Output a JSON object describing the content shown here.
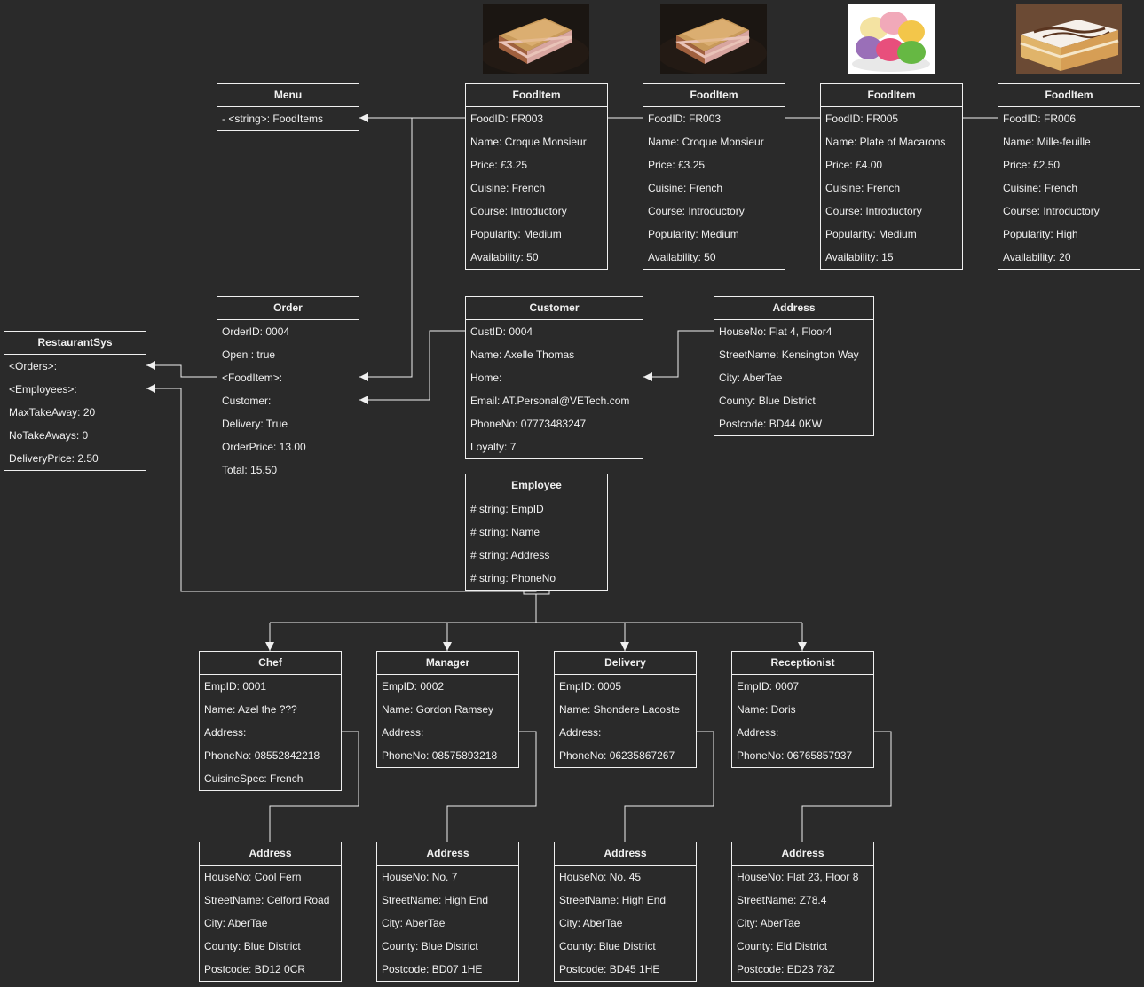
{
  "classes": {
    "menu": {
      "title": "Menu",
      "attrs": [
        "- <string>: FoodItems"
      ]
    },
    "food1": {
      "title": "FoodItem",
      "attrs": [
        "FoodID: FR003",
        "Name: Croque Monsieur",
        "Price: £3.25",
        "Cuisine: French",
        "Course: Introductory",
        "Popularity: Medium",
        "Availability: 50"
      ]
    },
    "food2": {
      "title": "FoodItem",
      "attrs": [
        "FoodID: FR003",
        "Name: Croque Monsieur",
        "Price: £3.25",
        "Cuisine: French",
        "Course: Introductory",
        "Popularity: Medium",
        "Availability: 50"
      ]
    },
    "food3": {
      "title": "FoodItem",
      "attrs": [
        "FoodID: FR005",
        "Name: Plate of Macarons",
        "Price: £4.00",
        "Cuisine: French",
        "Course: Introductory",
        "Popularity: Medium",
        "Availability: 15"
      ]
    },
    "food4": {
      "title": "FoodItem",
      "attrs": [
        "FoodID: FR006",
        "Name: Mille-feuille",
        "Price: £2.50",
        "Cuisine: French",
        "Course: Introductory",
        "Popularity: High",
        "Availability: 20"
      ]
    },
    "restaurant": {
      "title": "RestaurantSys",
      "attrs": [
        "<Orders>:",
        "<Employees>:",
        "MaxTakeAway: 20",
        "NoTakeAways: 0",
        "DeliveryPrice: 2.50"
      ]
    },
    "order": {
      "title": "Order",
      "attrs": [
        "OrderID: 0004",
        "Open : true",
        "<FoodItem>:",
        "Customer:",
        "Delivery: True",
        "OrderPrice: 13.00",
        "Total: 15.50"
      ]
    },
    "customer": {
      "title": "Customer",
      "attrs": [
        "CustID: 0004",
        "Name: Axelle Thomas",
        "Home:",
        "Email: AT.Personal@VETech.com",
        "PhoneNo: 07773483247",
        "Loyalty: 7"
      ]
    },
    "custaddr": {
      "title": "Address",
      "attrs": [
        "HouseNo: Flat 4, Floor4",
        "StreetName: Kensington Way",
        "City: AberTae",
        "County: Blue District",
        "Postcode: BD44 0KW"
      ]
    },
    "employee": {
      "title": "Employee",
      "attrs": [
        "# string: EmpID",
        "# string: Name",
        "# string: Address",
        "# string: PhoneNo"
      ]
    },
    "chef": {
      "title": "Chef",
      "attrs": [
        "EmpID: 0001",
        "Name: Azel the ???",
        "Address:",
        "PhoneNo: 08552842218",
        "CuisineSpec: French"
      ]
    },
    "manager": {
      "title": "Manager",
      "attrs": [
        "EmpID: 0002",
        "Name: Gordon Ramsey",
        "Address:",
        "PhoneNo: 08575893218"
      ]
    },
    "delivery": {
      "title": "Delivery",
      "attrs": [
        "EmpID: 0005",
        "Name: Shondere Lacoste",
        "Address:",
        "PhoneNo: 06235867267"
      ]
    },
    "receptionist": {
      "title": "Receptionist",
      "attrs": [
        "EmpID: 0007",
        "Name: Doris",
        "Address:",
        "PhoneNo: 06765857937"
      ]
    },
    "addr_chef": {
      "title": "Address",
      "attrs": [
        "HouseNo: Cool Fern",
        "StreetName: Celford Road",
        "City: AberTae",
        "County: Blue District",
        "Postcode: BD12 0CR"
      ]
    },
    "addr_manager": {
      "title": "Address",
      "attrs": [
        "HouseNo: No. 7",
        "StreetName: High End",
        "City: AberTae",
        "County: Blue District",
        "Postcode: BD07 1HE"
      ]
    },
    "addr_delivery": {
      "title": "Address",
      "attrs": [
        "HouseNo: No. 45",
        "StreetName: High End",
        "City: AberTae",
        "County: Blue District",
        "Postcode: BD45 1HE"
      ]
    },
    "addr_recep": {
      "title": "Address",
      "attrs": [
        "HouseNo: Flat 23, Floor 8",
        "StreetName: Z78.4",
        "City: AberTae",
        "County: Eld District",
        "Postcode: ED23 78Z"
      ]
    }
  },
  "images": {
    "img1": "croque-monsieur-photo",
    "img2": "croque-monsieur-photo",
    "img3": "macarons-photo",
    "img4": "mille-feuille-photo"
  },
  "colors": {
    "background": "#2a2a2a",
    "stroke": "#f0f0f0"
  }
}
